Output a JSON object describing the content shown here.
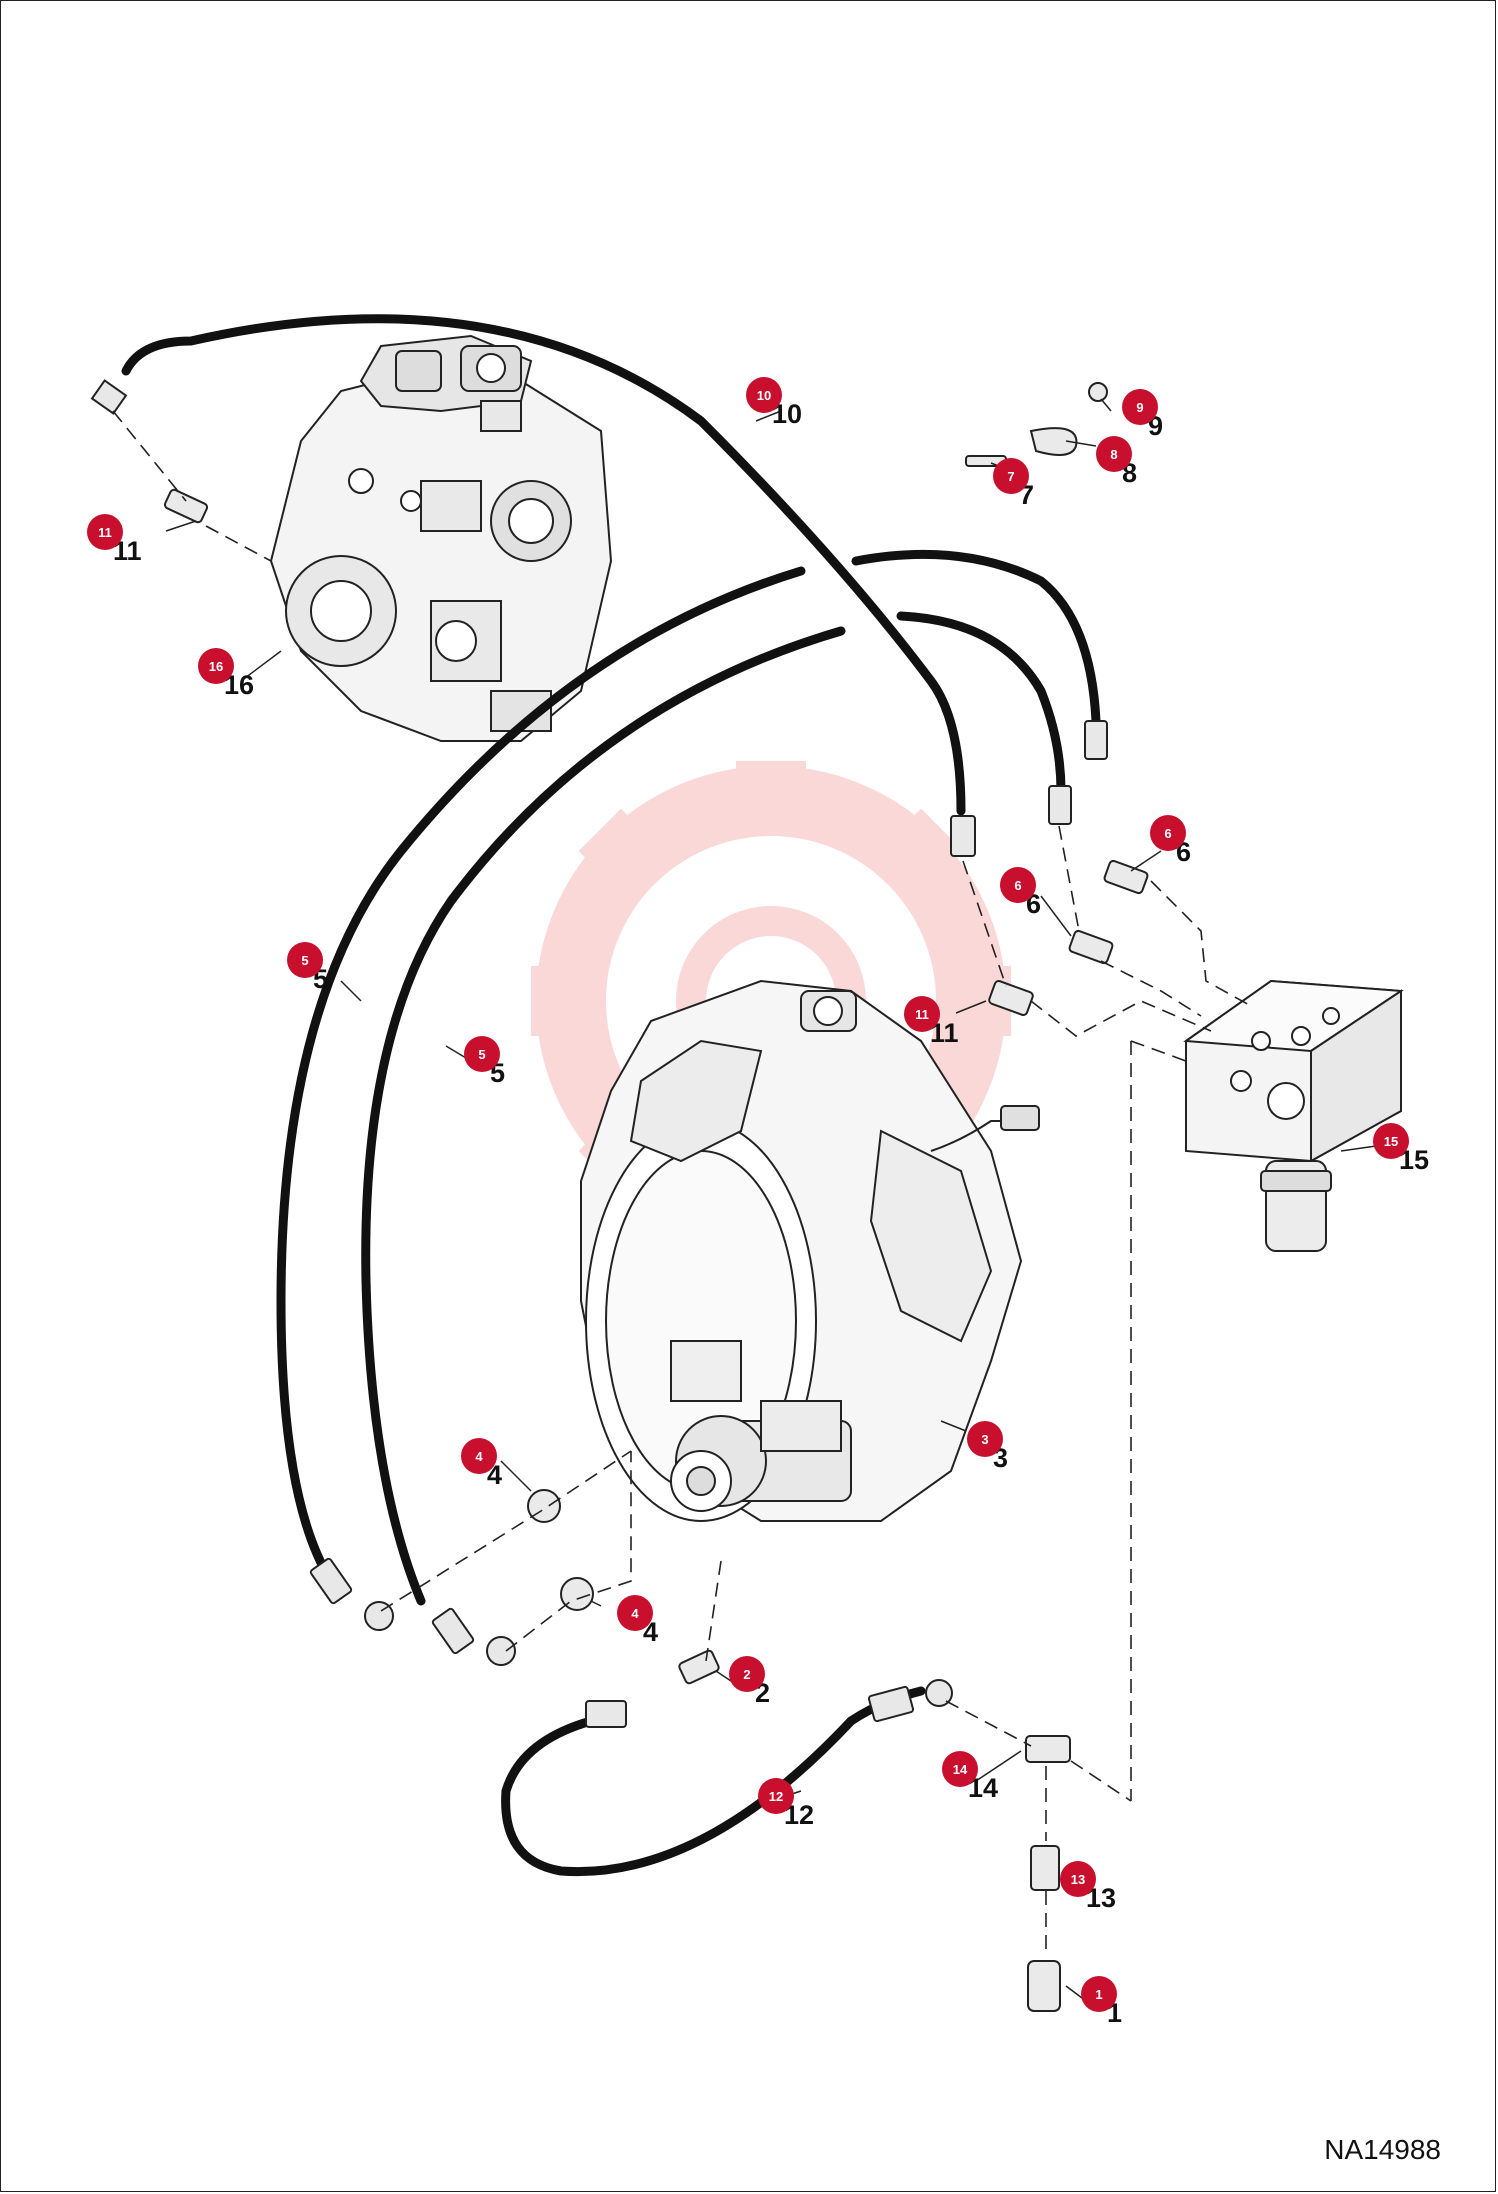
{
  "figure_id": "NA14988",
  "colors": {
    "callout": "#c8102e",
    "hose": "#111111",
    "line": "#222222",
    "watermark": "#f4a9a9"
  },
  "callouts": [
    {
      "num": "1",
      "label": "1"
    },
    {
      "num": "2",
      "label": "2"
    },
    {
      "num": "3",
      "label": "3"
    },
    {
      "num": "4",
      "label": "4"
    },
    {
      "num": "4",
      "label": "4"
    },
    {
      "num": "5",
      "label": "5"
    },
    {
      "num": "5",
      "label": "5"
    },
    {
      "num": "6",
      "label": "6"
    },
    {
      "num": "6",
      "label": "6"
    },
    {
      "num": "7",
      "label": "7"
    },
    {
      "num": "8",
      "label": "8"
    },
    {
      "num": "9",
      "label": "9"
    },
    {
      "num": "10",
      "label": "10"
    },
    {
      "num": "11",
      "label": "11"
    },
    {
      "num": "11",
      "label": "11"
    },
    {
      "num": "12",
      "label": "12"
    },
    {
      "num": "13",
      "label": "13"
    },
    {
      "num": "14",
      "label": "14"
    },
    {
      "num": "15",
      "label": "15"
    },
    {
      "num": "16",
      "label": "16"
    }
  ]
}
